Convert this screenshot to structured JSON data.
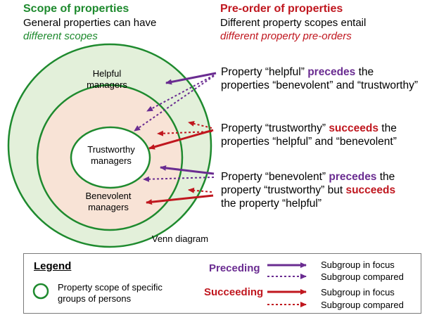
{
  "left_header": {
    "title": "Scope of properties",
    "line1": "General properties can have",
    "line2": "different scopes"
  },
  "right_header": {
    "title": "Pre-order of properties",
    "line1": "Different property scopes entail",
    "line2": "different property pre-orders"
  },
  "venn": {
    "outer_label_1": "Helpful",
    "outer_label_2": "managers",
    "inner_label_1": "Trustworthy",
    "inner_label_2": "managers",
    "middle_label_1": "Benevolent",
    "middle_label_2": "managers",
    "caption": "Venn diagram",
    "colors": {
      "outer_fill": "#e3f0da",
      "middle_fill": "#f8e3d6",
      "inner_fill": "#ffffff",
      "ring_stroke": "#1e8a2e"
    }
  },
  "statements": {
    "s1": {
      "a": "Property “helpful” ",
      "b": "precedes",
      "c": " the",
      "d": "properties “benevolent” and “trustworthy”"
    },
    "s2": {
      "a": "Property “trustworthy” ",
      "b": "succeeds",
      "c": " the",
      "d": "properties “helpful” and “benevolent”"
    },
    "s3": {
      "a": "Property “benevolent” ",
      "b": "precedes",
      "c": " the",
      "d": "property “trustworthy” but ",
      "e": "succeeds",
      "f": "the property “helpful”"
    }
  },
  "legend": {
    "title": "Legend",
    "scope_line1": "Property scope of specific",
    "scope_line2": "groups of persons",
    "preceding": "Preceding",
    "succeeding": "Succeeding",
    "focus": "Subgroup in focus",
    "compared": "Subgroup compared"
  },
  "colors": {
    "purple": "#6a2c91",
    "red": "#c0171f",
    "green": "#1e8a2e"
  }
}
